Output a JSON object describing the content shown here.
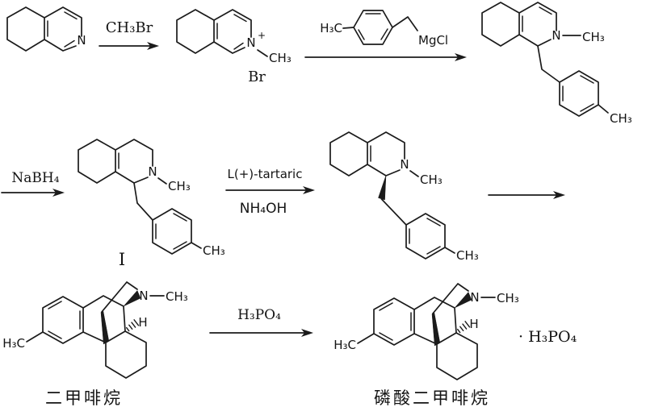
{
  "colors": {
    "ink": "#1b1b1b",
    "background": "#ffffff"
  },
  "scheme": {
    "row1": {
      "compound_a": {
        "n": "N"
      },
      "step1_reagent": "CH₃Br",
      "compound_b": {
        "n": "N",
        "charge": "+",
        "n_methyl": "CH₃",
        "counterion": "Br"
      },
      "step2_reagent": {
        "methyl": "H₃C",
        "metal": "MgCl"
      },
      "compound_c": {
        "n": "N",
        "n_methyl": "CH₃",
        "tolyl_methyl": "CH₃"
      }
    },
    "row2": {
      "step3_reagent": "NaBH₄",
      "compound_i": {
        "n": "N",
        "n_methyl": "CH₃",
        "tolyl_methyl": "CH₃",
        "number": "I"
      },
      "step4_reagent_above": "L(+)-tartaric",
      "step4_reagent_below": "NH₄OH",
      "compound_e": {
        "n": "N",
        "n_methyl": "CH₃",
        "tolyl_methyl": "CH₃"
      }
    },
    "row3": {
      "dimemorfan": {
        "aryl_methyl": "H₃C",
        "n": "N",
        "n_methyl": "CH₃",
        "stereo_h": "H",
        "name": "二甲啡烷"
      },
      "step5_reagent": "H₃PO₄",
      "dimemorfan_phosphate": {
        "aryl_methyl": "H₃C",
        "n": "N",
        "n_methyl": "CH₃",
        "stereo_h": "H",
        "salt": "· H₃PO₄",
        "name": "磷酸二甲啡烷"
      }
    }
  }
}
